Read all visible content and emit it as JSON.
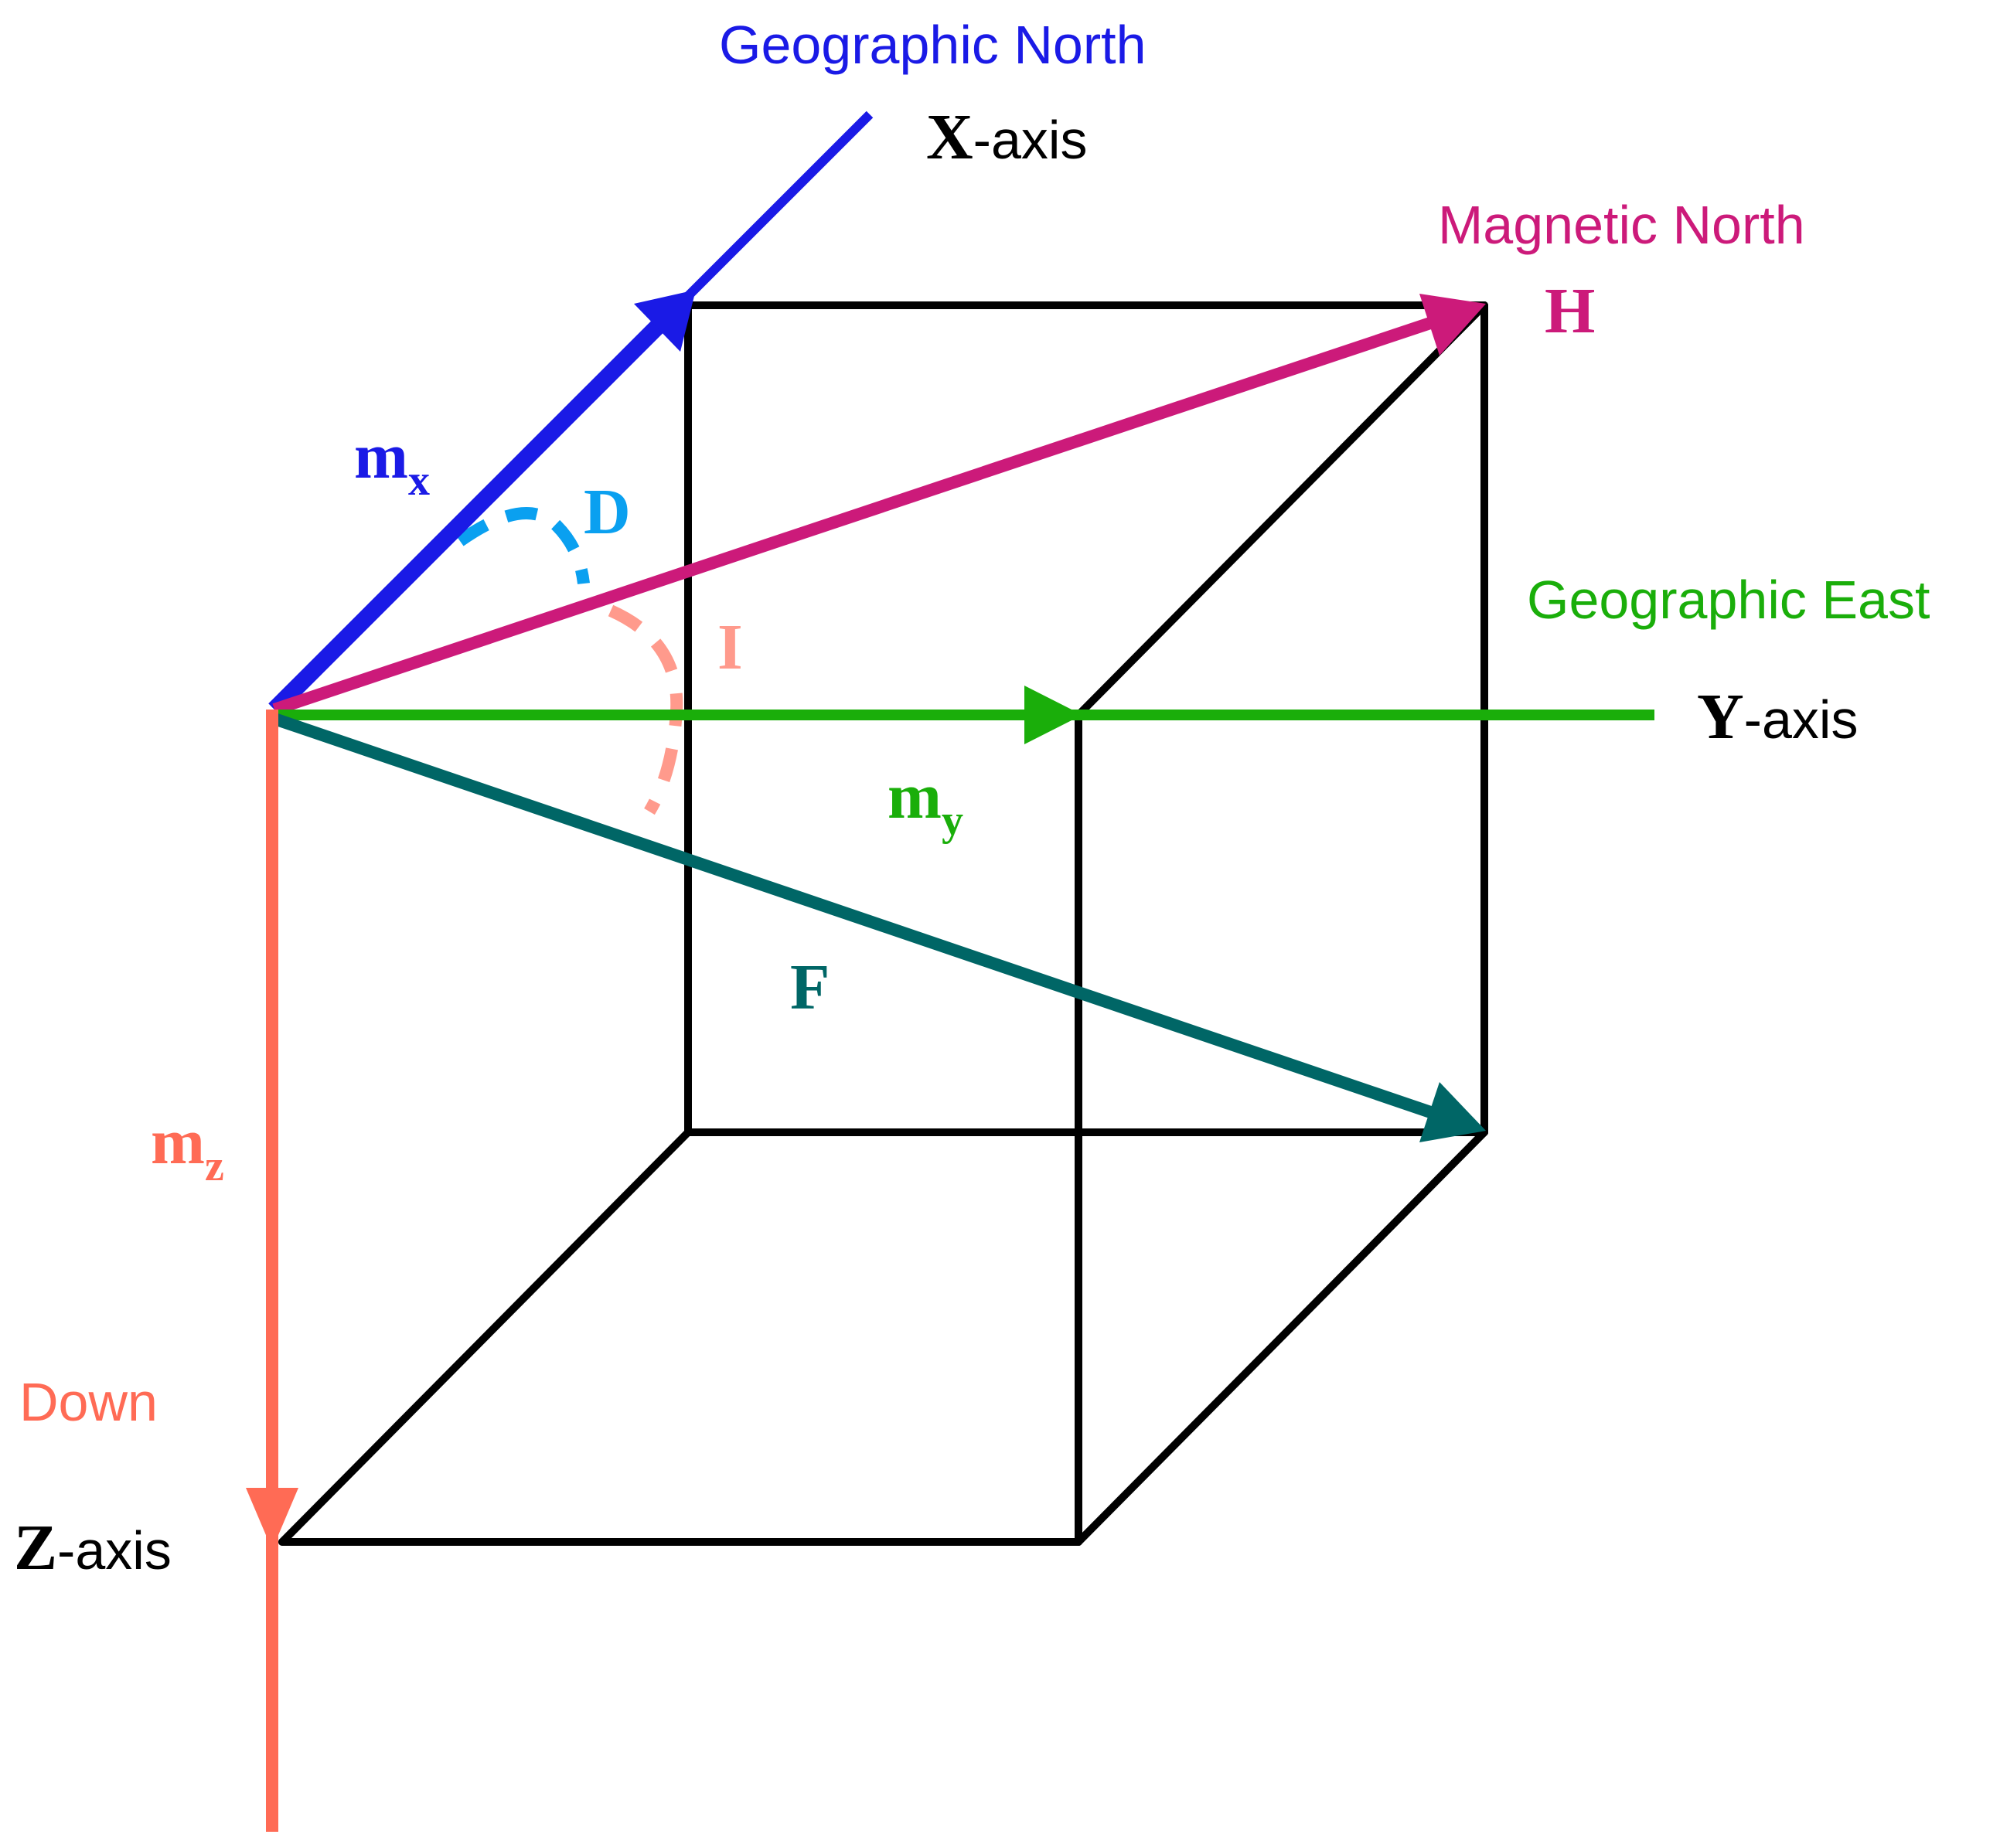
{
  "colors": {
    "north_blue": "#1a1ae6",
    "magnetic_magenta": "#cc1a7a",
    "east_green": "#1aae0a",
    "down_orange": "#ff6b55",
    "field_teal": "#006666",
    "declination_cyan": "#0aa0f0",
    "inclination_salmon": "#ff9a8c",
    "cube_black": "#000000"
  },
  "directions": {
    "geographic_north": "Geographic North",
    "magnetic_north": "Magnetic North",
    "geographic_east": "Geographic East",
    "down": "Down"
  },
  "axes": {
    "x": {
      "letter": "X",
      "suffix": "-axis"
    },
    "y": {
      "letter": "Y",
      "suffix": "-axis"
    },
    "z": {
      "letter": "Z",
      "suffix": "-axis"
    }
  },
  "vectors": {
    "h": "H",
    "f": "F",
    "mx": {
      "base": "m",
      "sub": "x"
    },
    "my": {
      "base": "m",
      "sub": "y"
    },
    "mz": {
      "base": "m",
      "sub": "z"
    }
  },
  "angles": {
    "declination": "D",
    "inclination": "I"
  }
}
